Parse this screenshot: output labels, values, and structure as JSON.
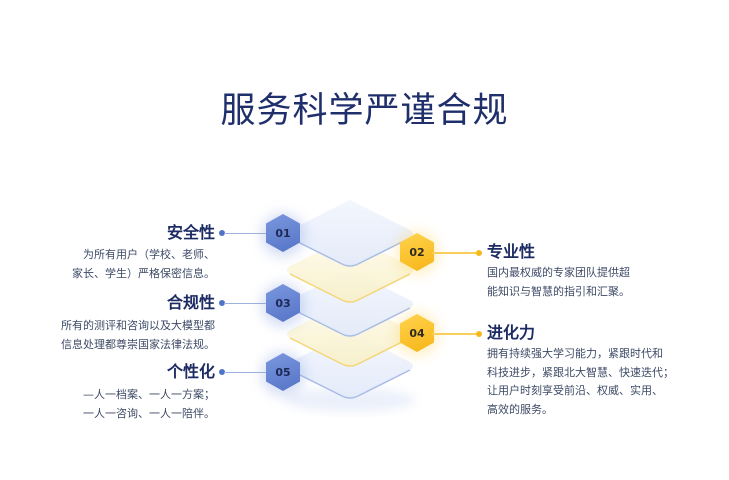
{
  "title": "服务科学严谨合规",
  "colors": {
    "title": "#1f2f6c",
    "heading": "#1c2b63",
    "body_text": "#3d4a66",
    "blue_accent": "#5574c6",
    "gold_accent": "#f7b517",
    "blue_layer": "#e8eefb",
    "gold_layer": "#fbf6dc"
  },
  "items": [
    {
      "number": "01",
      "side": "left",
      "color": "blue",
      "heading": "安全性",
      "lines": [
        "为所有用户（学校、老师、",
        "家长、学生）严格保密信息。"
      ]
    },
    {
      "number": "02",
      "side": "right",
      "color": "gold",
      "heading": "专业性",
      "lines": [
        "国内最权威的专家团队提供超",
        "能知识与智慧的指引和汇聚。"
      ]
    },
    {
      "number": "03",
      "side": "left",
      "color": "blue",
      "heading": "合规性",
      "lines": [
        "所有的测评和咨询以及大模型都",
        "信息处理都尊崇国家法律法规。"
      ]
    },
    {
      "number": "04",
      "side": "right",
      "color": "gold",
      "heading": "进化力",
      "lines": [
        "拥有持续强大学习能力，紧跟时代和",
        "科技进步，紧跟北大智慧、快速迭代；",
        "让用户时刻享受前沿、权威、实用、",
        "高效的服务。"
      ]
    },
    {
      "number": "05",
      "side": "left",
      "color": "blue",
      "heading": "个性化",
      "lines": [
        "—人一档案、一人一方案；",
        "一人一咨询、一人一陪伴。"
      ]
    }
  ]
}
